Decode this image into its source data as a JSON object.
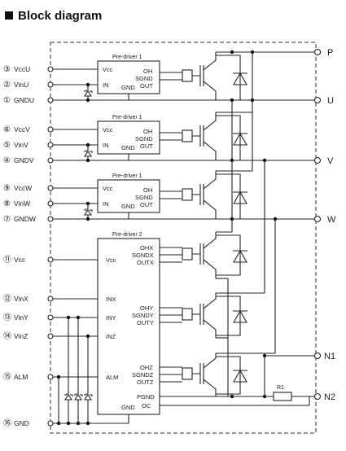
{
  "title": "Block diagram",
  "left_pins": [
    {
      "num": "③",
      "name": "VccU"
    },
    {
      "num": "②",
      "name": "VinU"
    },
    {
      "num": "①",
      "name": "GNDU"
    },
    {
      "num": "⑥",
      "name": "VccV"
    },
    {
      "num": "⑤",
      "name": "VinV"
    },
    {
      "num": "④",
      "name": "GNDV"
    },
    {
      "num": "⑨",
      "name": "VccW"
    },
    {
      "num": "⑧",
      "name": "VinW"
    },
    {
      "num": "⑦",
      "name": "GNDW"
    },
    {
      "num": "⑪",
      "name": "Vcc"
    },
    {
      "num": "⑫",
      "name": "VinX"
    },
    {
      "num": "⑬",
      "name": "VinY"
    },
    {
      "num": "⑭",
      "name": "VinZ"
    },
    {
      "num": "⑮",
      "name": "ALM"
    },
    {
      "num": "⑯",
      "name": "GND"
    }
  ],
  "right_pins": [
    "P",
    "U",
    "V",
    "W",
    "N1",
    "N2"
  ],
  "pre_drivers_high": [
    {
      "title": "Pre-driver 1",
      "vcc": "Vcc",
      "in": "IN",
      "gnd": "GND",
      "oh": "OH",
      "sgnd": "SGND",
      "out": "OUT"
    },
    {
      "title": "Pre-driver 1",
      "vcc": "Vcc",
      "in": "IN",
      "gnd": "GND",
      "oh": "OH",
      "sgnd": "SGND",
      "out": "OUT"
    },
    {
      "title": "Pre-driver 1",
      "vcc": "Vcc",
      "in": "IN",
      "gnd": "GND",
      "oh": "OH",
      "sgnd": "SGND",
      "out": "OUT"
    }
  ],
  "pre_driver_low": {
    "title": "Pre-driver 2",
    "left": [
      "Vcc",
      "INX",
      "INY",
      "INZ",
      "ALM",
      "GND"
    ],
    "right": [
      "OHX",
      "SGNDX",
      "OUTX",
      "OHY",
      "SGNDY",
      "OUTY",
      "OHZ",
      "SGNDZ",
      "OUTZ",
      "PGND",
      "OC"
    ]
  },
  "resistor_label": "R1"
}
